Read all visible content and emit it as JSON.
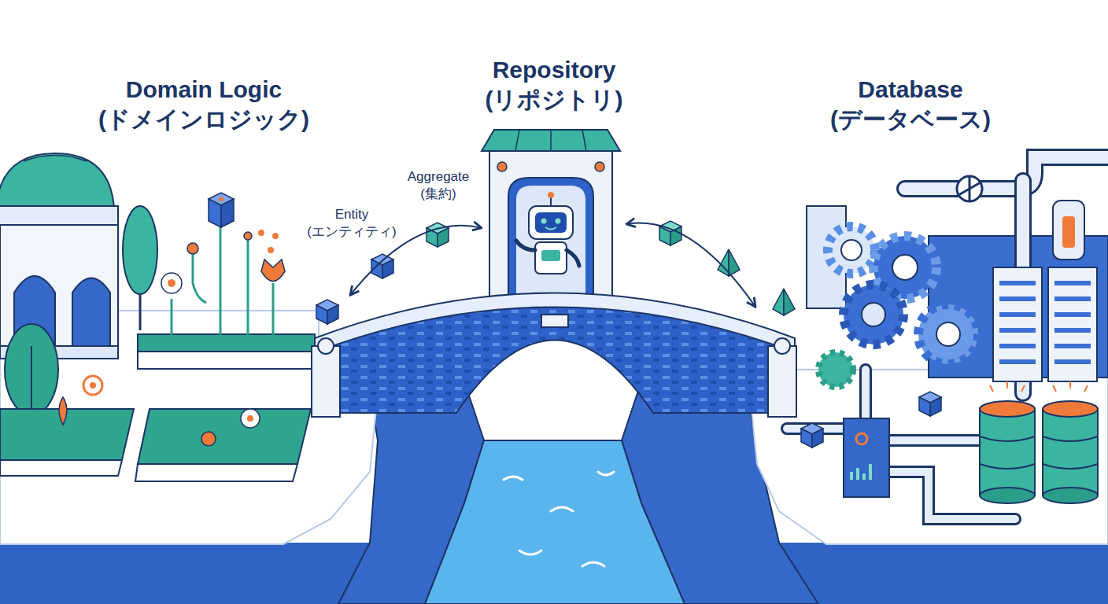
{
  "diagram": {
    "nodes": [
      {
        "text": [
          "Domain Logic (ドメインロジック)"
        ]
      },
      {
        "text": [
          "Repository (リポジトリ)"
        ]
      },
      {
        "text": [
          "Database (データベース)"
        ]
      }
    ],
    "edges": [
      {
        "from": 0,
        "to": 1,
        "arrow": "both"
      },
      {
        "from": 1,
        "to": 2,
        "arrow": "both"
      }
    ],
    "labels": [
      "Entity (エンティティ)",
      "Aggregate (集約)"
    ]
  }
}
